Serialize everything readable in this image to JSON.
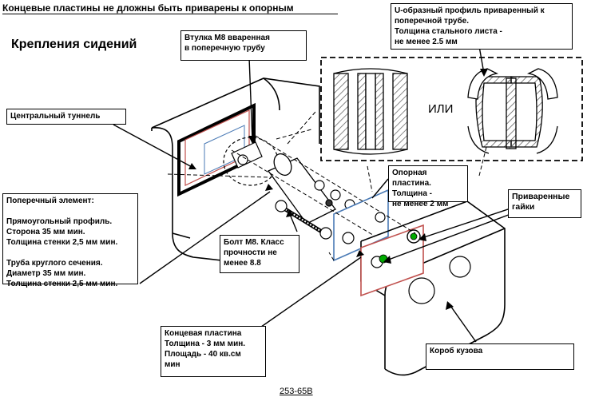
{
  "title": "Крепления сидений",
  "top_note": "Концевые пластины не дложны быть приварены к опорным",
  "callouts": {
    "bushing": "Втулка М8 вваренная\nв поперечную трубу",
    "u_profile": "U-образный профиль приваренный к\nпоперечной трубе.\nТолщина стального листа -\nне менее 2.5 мм",
    "tunnel": "Центральный туннель",
    "cross_member": "Поперечный элемент:\n\nПрямоугольный профиль.\nСторона 35 мм мин.\nТолщина стенки 2,5 мм мин.\n\nТруба круглого сечения.\nДиаметр 35 мм мин.\nТолщина стенки 2,5 мм мин.",
    "support_plate": "Опорная пластина.\nТолщина -\nне менее 2 мм",
    "welded_nuts": "Приваренные\nгайки",
    "bolt": "Болт М8. Класс\nпрочности не\nменее 8.8",
    "end_plate": "Концевая пластина\nТолщина - 3 мм мин.\nПлощадь - 40 кв.см\nмин",
    "body_box": "Короб кузова"
  },
  "or_label": "ИЛИ",
  "figure_id": "253-65B",
  "colors": {
    "line": "#000000",
    "red_plate": "#c0504d",
    "blue_plate": "#4a7ab5",
    "hatch": "#555555"
  }
}
